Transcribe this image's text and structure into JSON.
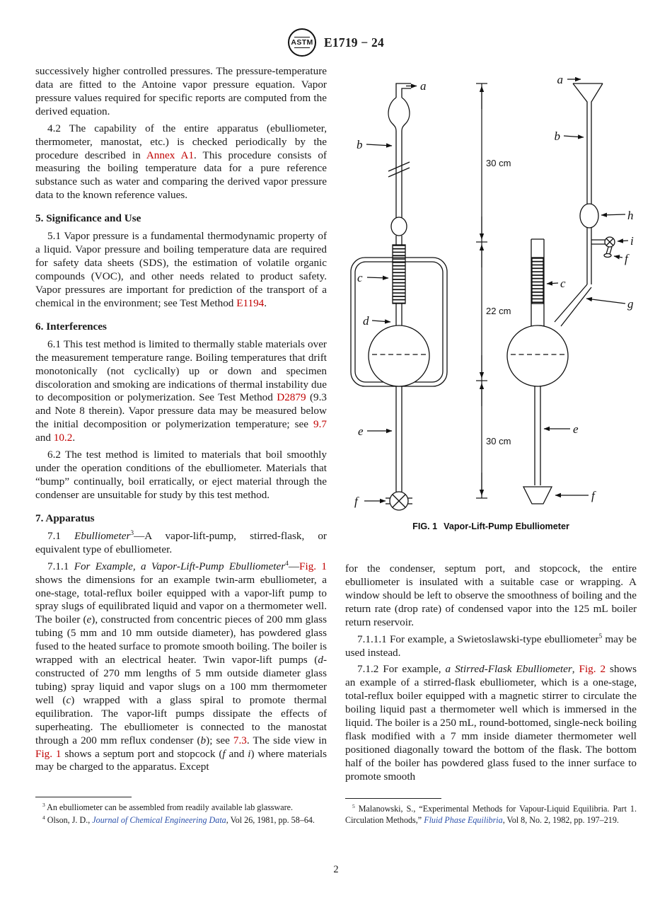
{
  "header": {
    "standard_id": "E1719 − 24",
    "logo_text": "ASTM"
  },
  "page_number": "2",
  "figure": {
    "caption_label": "FIG. 1",
    "caption_title": "Vapor-Lift-Pump Ebulliometer",
    "labels": {
      "a": "a",
      "b": "b",
      "c": "c",
      "d": "d",
      "e": "e",
      "f": "f",
      "g": "g",
      "h": "h",
      "i": "i"
    },
    "dimensions": {
      "top": "30 cm",
      "middle": "22 cm",
      "bottom": "30 cm"
    }
  },
  "left": {
    "p_intro": [
      {
        "t": "successively higher controlled pressures. The pressure-temperature data are fitted to the Antoine vapor pressure equation. Vapor pressure values required for specific reports are computed from the derived equation."
      }
    ],
    "p_4_2": [
      {
        "t": "4.2 The capability of the entire apparatus (ebulliometer, thermometer, manostat, etc.) is checked periodically by the procedure described in "
      },
      {
        "t": "Annex A1",
        "c": "r"
      },
      {
        "t": ". This procedure consists of measuring the boiling temperature data for a pure reference substance such as water and comparing the derived vapor pressure data to the known reference values."
      }
    ],
    "h_5": "5. Significance and Use",
    "p_5_1": [
      {
        "t": "5.1 Vapor pressure is a fundamental thermodynamic property of a liquid. Vapor pressure and boiling temperature data are required for safety data sheets (SDS), the estimation of volatile organic compounds (VOC), and other needs related to product safety. Vapor pressures are important for prediction of the transport of a chemical in the environment; see Test Method "
      },
      {
        "t": "E1194",
        "c": "r"
      },
      {
        "t": "."
      }
    ],
    "h_6": "6. Interferences",
    "p_6_1": [
      {
        "t": "6.1 This test method is limited to thermally stable materials over the measurement temperature range. Boiling temperatures that drift monotonically (not cyclically) up or down and specimen discoloration and smoking are indications of thermal instability due to decomposition or polymerization. See Test Method "
      },
      {
        "t": "D2879",
        "c": "r"
      },
      {
        "t": " (9.3 and Note 8 therein). Vapor pressure data may be measured below the initial decomposition or polymerization temperature; see "
      },
      {
        "t": "9.7",
        "c": "r"
      },
      {
        "t": " and "
      },
      {
        "t": "10.2",
        "c": "r"
      },
      {
        "t": "."
      }
    ],
    "p_6_2": [
      {
        "t": "6.2 The test method is limited to materials that boil smoothly under the operation conditions of the ebulliometer. Materials that “bump” continually, boil erratically, or eject material through the condenser are unsuitable for study by this test method."
      }
    ],
    "h_7": "7. Apparatus",
    "p_7_1": [
      {
        "t": "7.1 "
      },
      {
        "t": "Ebulliometer",
        "c": "i"
      },
      {
        "t": "3",
        "c": "s"
      },
      {
        "t": "—A vapor-lift-pump, stirred-flask, or equivalent type of ebulliometer."
      }
    ],
    "p_7_1_1": [
      {
        "t": "7.1.1 "
      },
      {
        "t": "For Example, a Vapor-Lift-Pump Ebulliometer",
        "c": "i"
      },
      {
        "t": "4",
        "c": "s"
      },
      {
        "t": "—"
      },
      {
        "t": "Fig. 1",
        "c": "r"
      },
      {
        "t": " shows the dimensions for an example twin-arm ebulliometer, a one-stage, total-reflux boiler equipped with a vapor-lift pump to spray slugs of equilibrated liquid and vapor on a thermometer well. The boiler ("
      },
      {
        "t": "e",
        "c": "i"
      },
      {
        "t": "), constructed from concentric pieces of 200 mm glass tubing (5 mm and 10 mm outside diameter), has powdered glass fused to the heated surface to promote smooth boiling. The boiler is wrapped with an electrical heater. Twin vapor-lift pumps ("
      },
      {
        "t": "d",
        "c": "i"
      },
      {
        "t": "-constructed of 270 mm lengths of 5 mm outside diameter glass tubing) spray liquid and vapor slugs on a 100 mm thermometer well ("
      },
      {
        "t": "c",
        "c": "i"
      },
      {
        "t": ") wrapped with a glass spiral to promote thermal equilibration. The vapor-lift pumps dissipate the effects of superheating. The ebulliometer is connected to the manostat through a 200 mm reflux condenser ("
      },
      {
        "t": "b",
        "c": "i"
      },
      {
        "t": "); see "
      },
      {
        "t": "7.3",
        "c": "r"
      },
      {
        "t": ". The side view in "
      },
      {
        "t": "Fig. 1",
        "c": "r"
      },
      {
        "t": " shows a septum port and stopcock ("
      },
      {
        "t": "f",
        "c": "i"
      },
      {
        "t": " and "
      },
      {
        "t": "i",
        "c": "i"
      },
      {
        "t": ") where materials may be charged to the apparatus. Except"
      }
    ],
    "fn_3": [
      {
        "t": "3",
        "c": "s"
      },
      {
        "t": " An ebulliometer can be assembled from readily available lab glassware."
      }
    ],
    "fn_4": [
      {
        "t": "4",
        "c": "s"
      },
      {
        "t": " Olson, J. D., "
      },
      {
        "t": "Journal of Chemical Engineering Data",
        "c": "j"
      },
      {
        "t": ", Vol 26, 1981, pp. 58–64."
      }
    ]
  },
  "right": {
    "p_cont": [
      {
        "t": "for the condenser, septum port, and stopcock, the entire ebulliometer is insulated with a suitable case or wrapping. A window should be left to observe the smoothness of boiling and the return rate (drop rate) of condensed vapor into the 125 mL boiler return reservoir."
      }
    ],
    "p_7_1_1_1": [
      {
        "t": "7.1.1.1 For example, a Swietoslawski-type ebulliometer"
      },
      {
        "t": "5",
        "c": "s"
      },
      {
        "t": " may be used instead."
      }
    ],
    "p_7_1_2": [
      {
        "t": "7.1.2 For example, "
      },
      {
        "t": "a Stirred-Flask Ebulliometer",
        "c": "i"
      },
      {
        "t": ", "
      },
      {
        "t": "Fig. 2",
        "c": "r"
      },
      {
        "t": " shows an example of a stirred-flask ebulliometer, which is a one-stage, total-reflux boiler equipped with a magnetic stirrer to circulate the boiling liquid past a thermometer well which is immersed in the liquid. The boiler is a 250 mL, round-bottomed, single-neck boiling flask modified with a 7 mm inside diameter thermometer well positioned diagonally toward the bottom of the flask. The bottom half of the boiler has powdered glass fused to the inner surface to promote smooth"
      }
    ],
    "fn_5": [
      {
        "t": "5",
        "c": "s"
      },
      {
        "t": " Malanowski, S., “Experimental Methods for Vapour-Liquid Equilibria. Part 1. Circulation Methods,” "
      },
      {
        "t": "Fluid Phase Equilibria",
        "c": "j"
      },
      {
        "t": ", Vol 8, No. 2, 1982, pp. 197–219."
      }
    ]
  }
}
